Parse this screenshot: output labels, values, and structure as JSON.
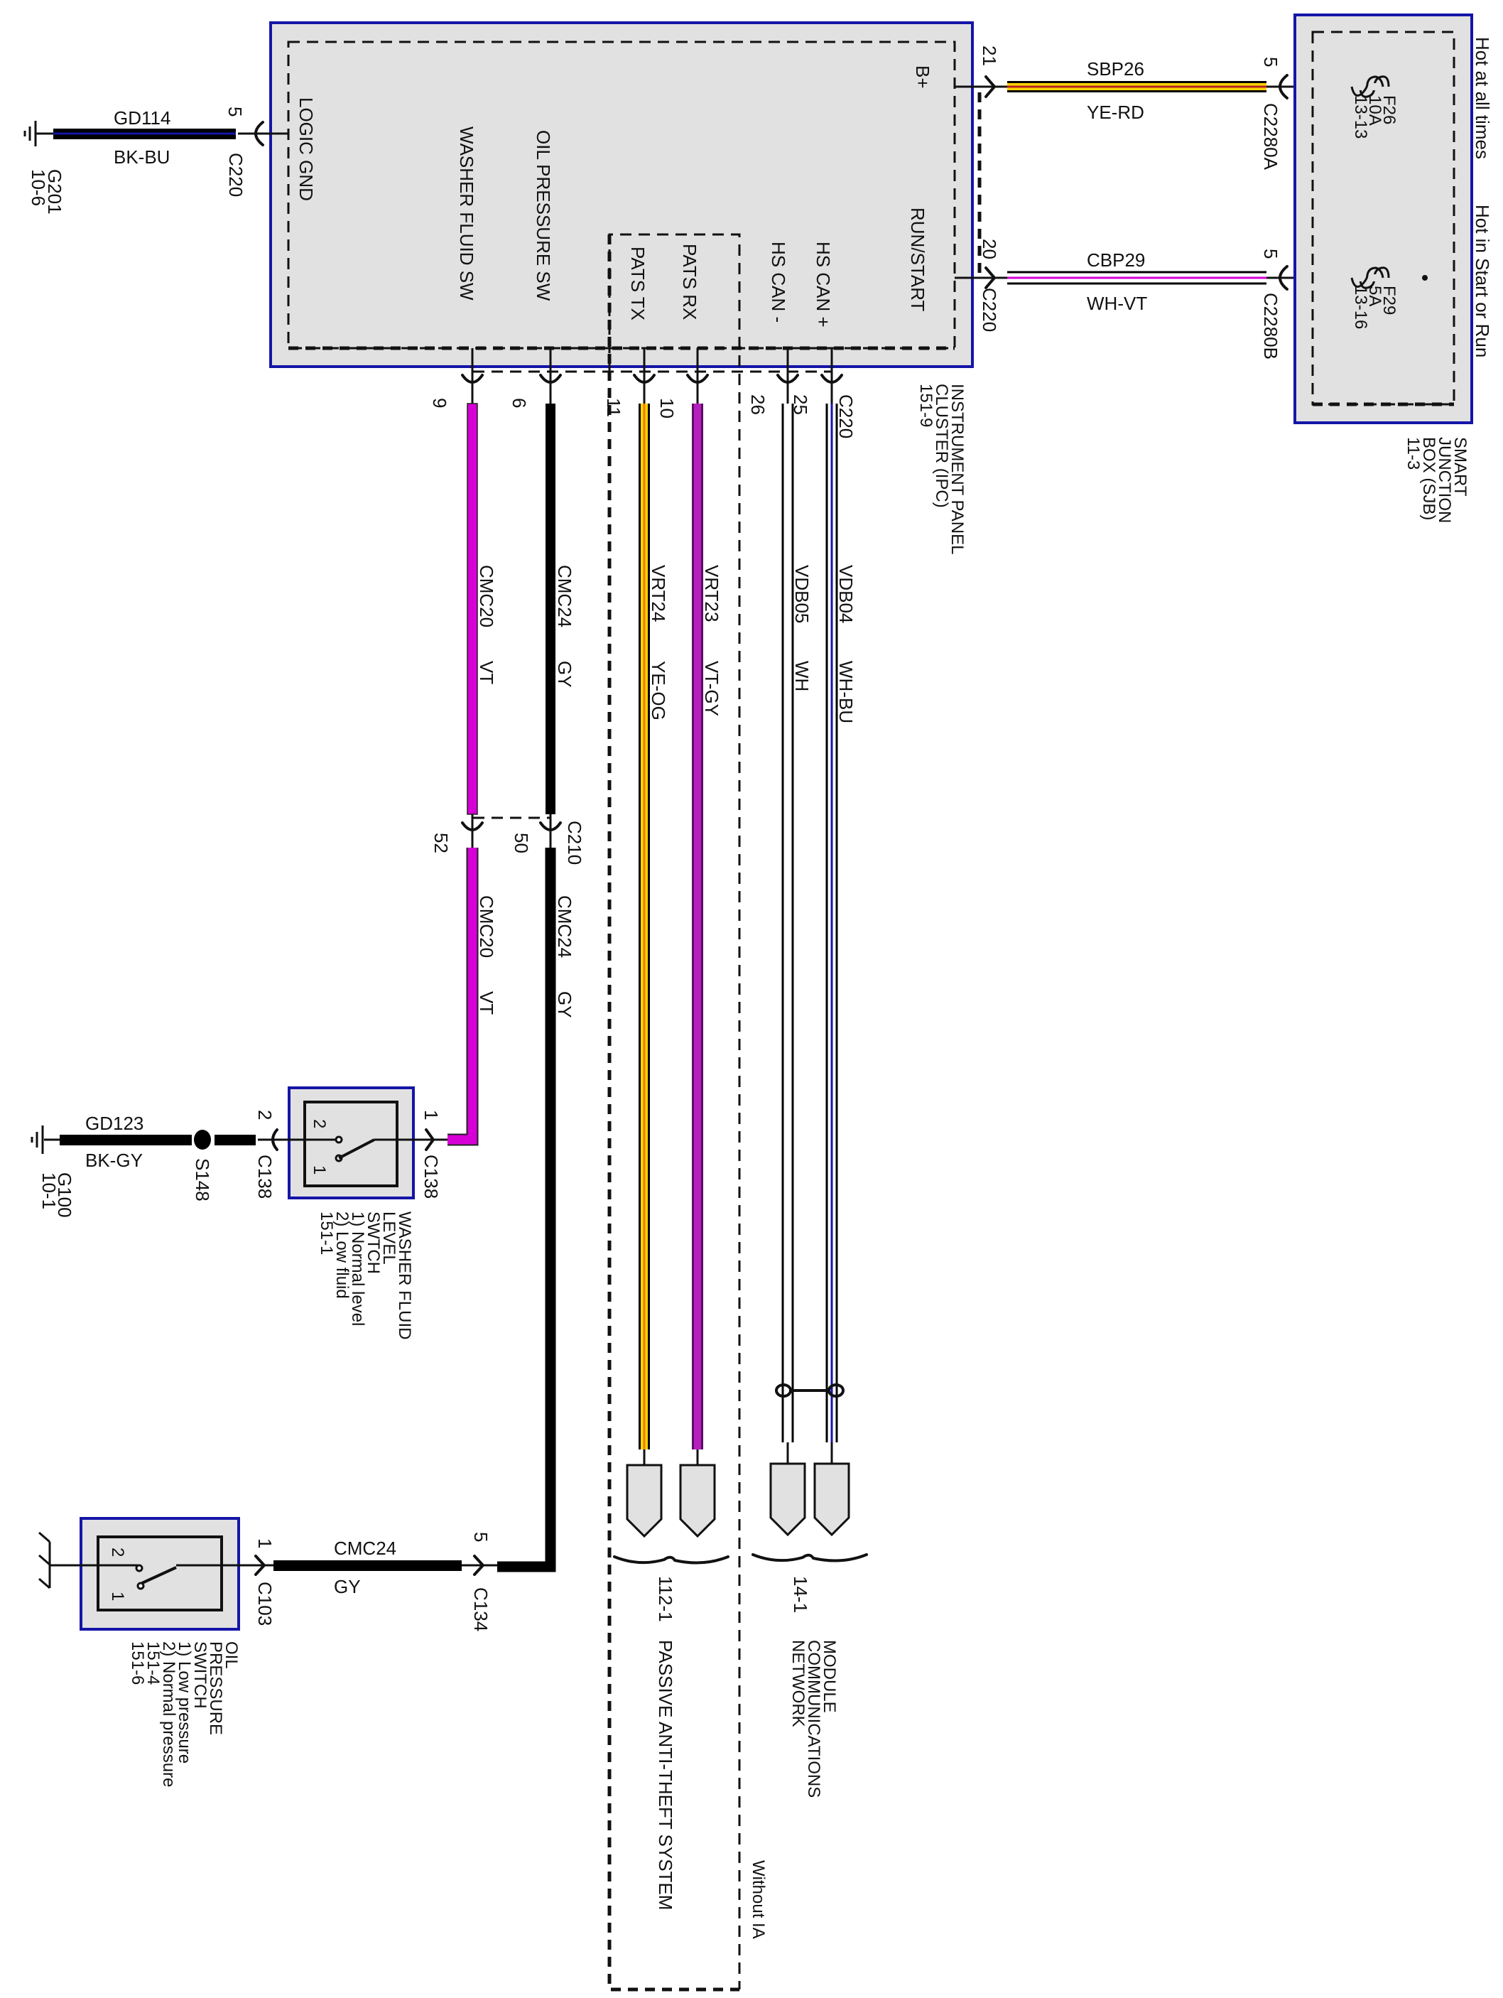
{
  "diagram": {
    "title": "Instrument Panel Cluster wiring",
    "colors": {
      "module_fill": "#e1e1e1",
      "module_border": "#1515a8",
      "violet": "#d600d6",
      "black": "#000000",
      "yellow": "#ffd400",
      "red": "#b3261e",
      "purple_gray": "#9b1fa8",
      "blue": "#1515a8",
      "orange": "#f07a10"
    },
    "ipc": {
      "name_line1": "INSTRUMENT PANEL",
      "name_line2": "CLUSTER (IPC)",
      "page_ref": "151-9",
      "pins": {
        "logic_gnd": "LOGIC GND",
        "washer_fluid_sw": "WASHER FLUID SW",
        "oil_pressure_sw": "OIL PRESSURE SW",
        "pats_tx": "PATS TX",
        "pats_rx": "PATS RX",
        "hs_can_minus": "HS CAN -",
        "hs_can_plus": "HS CAN +",
        "run_start": "RUN/START",
        "b_plus": "B+"
      }
    },
    "sjb": {
      "name_line1": "SMART",
      "name_line2": "JUNCTION",
      "name_line3": "BOX (SJB)",
      "page_ref": "11-3",
      "feed1": "Hot at all times",
      "feed2": "Hot in Start or Run",
      "fuse1": {
        "id": "F26",
        "rating": "10A",
        "ref": "13-13"
      },
      "fuse2": {
        "id": "F29",
        "rating": "5A",
        "ref": "13-16"
      }
    },
    "circuits": {
      "gd114": {
        "id": "GD114",
        "color": "BK-BU",
        "pin": "5",
        "connector": "C220",
        "ground": "G201",
        "ground_ref": "10-6"
      },
      "sbp26": {
        "id": "SBP26",
        "color": "YE-RD",
        "ipc_pin": "21",
        "sjb_pin": "5",
        "sjb_connector": "C2280A"
      },
      "cbp29": {
        "id": "CBP29",
        "color": "WH-VT",
        "ipc_pin": "20",
        "ipc_connector": "C220",
        "sjb_pin": "5",
        "sjb_connector": "C2280B"
      },
      "cmc20": {
        "id": "CMC20",
        "color": "VT",
        "ipc_pin": "9",
        "inline_pin": "52"
      },
      "cmc24": {
        "id": "CMC24",
        "color": "GY",
        "ipc_pin": "6",
        "inline_pin": "50",
        "inline_connector": "C210"
      },
      "vrt24": {
        "id": "VRT24",
        "color": "YE-OG",
        "ipc_pin": "11"
      },
      "vrt23": {
        "id": "VRT23",
        "color": "VT-GY",
        "ipc_pin": "10"
      },
      "vdb05": {
        "id": "VDB05",
        "color": "WH",
        "ipc_pin": "26"
      },
      "vdb04": {
        "id": "VDB04",
        "color": "WH-BU",
        "ipc_pin": "25",
        "ipc_connector": "C220"
      },
      "cmc20_lower": {
        "id": "CMC20",
        "color": "VT"
      },
      "cmc24_lower": {
        "id": "CMC24",
        "color": "GY"
      },
      "gd123": {
        "id": "GD123",
        "color": "BK-GY",
        "splice": "S148",
        "ground": "G100",
        "ground_ref": "10-1"
      },
      "cmc24_oil": {
        "id": "CMC24",
        "color": "GY",
        "pin_c134": "5",
        "connector_c134": "C134",
        "pin_c103": "1",
        "connector_c103": "C103"
      }
    },
    "washer_switch": {
      "name_line1": "WASHER FLUID",
      "name_line2": "LEVEL",
      "name_line3": "SWTCH",
      "state1": "1) Normal level",
      "state2": "2) Low fluid",
      "page_ref": "151-1",
      "pin_in": "1",
      "pin_out": "2",
      "connector": "C138",
      "contact_a": "2",
      "contact_b": "1"
    },
    "oil_switch": {
      "name_line1": "OIL",
      "name_line2": "PRESSURE",
      "name_line3": "SWITCH",
      "state1": "1) Low pressure",
      "state2": "2) Normal pressure",
      "ref1": "151-4",
      "ref2": "151-6",
      "contact_a": "2",
      "contact_b": "1"
    },
    "pats": {
      "page_ref": "112-1",
      "name": "PASSIVE ANTI-THEFT SYSTEM",
      "note": "Without IA"
    },
    "mcn": {
      "page_ref": "14-1",
      "name_line1": "MODULE",
      "name_line2": "COMMUNICATIONS",
      "name_line3": "NETWORK"
    }
  }
}
